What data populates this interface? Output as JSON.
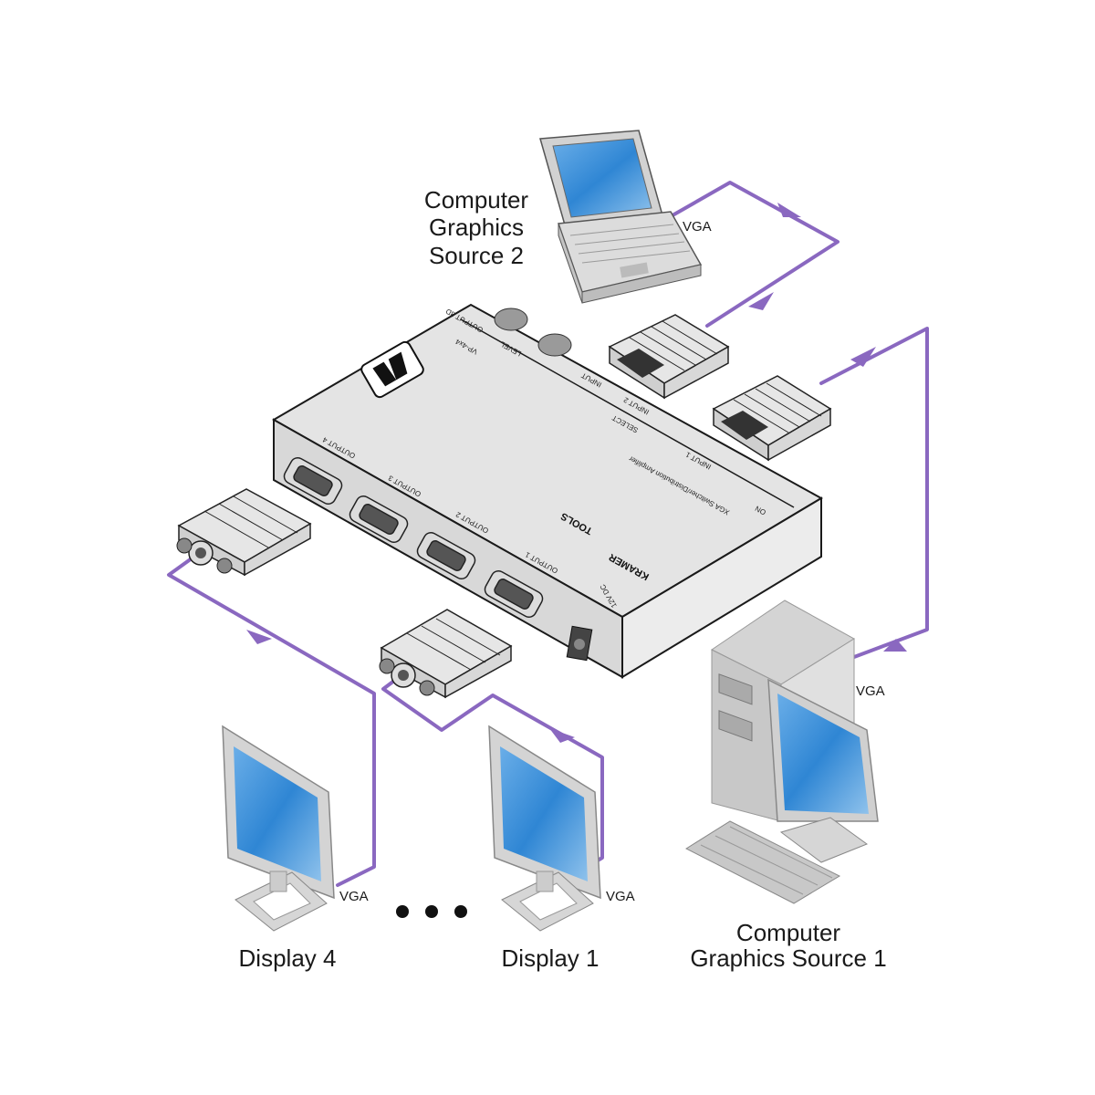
{
  "colors": {
    "cable": "#8a68c0",
    "device_top": "#e4e4e4",
    "device_front": "#d6d6d6",
    "device_side": "#ececec",
    "screen": "#3a8ad6",
    "outline": "#1a1a1a"
  },
  "device": {
    "brand": "KRAMER",
    "brand_line": "TOOLS",
    "model": "VP-4x4",
    "description": "XGA Switcher/Distribution Amplifier",
    "front_ports": [
      "OUTPUT 4",
      "OUTPUT 3",
      "OUTPUT 2",
      "OUTPUT 1"
    ],
    "power_label": "12V DC",
    "rear_labels": [
      "OUTPUT 3D",
      "LEVEL",
      "INPUT",
      "INPUT 2",
      "SELECT",
      "INPUT 1",
      "ON"
    ]
  },
  "sources": [
    {
      "id": "source2",
      "label_lines": [
        "Computer",
        "Graphics",
        "Source 2"
      ],
      "connection": "VGA"
    },
    {
      "id": "source1",
      "label_lines": [
        "Computer",
        "Graphics Source 1"
      ],
      "connection": "VGA"
    }
  ],
  "displays": [
    {
      "id": "display4",
      "label": "Display 4",
      "connection": "VGA"
    },
    {
      "id": "display1",
      "label": "Display 1",
      "connection": "VGA"
    }
  ],
  "ellipsis": "• • •"
}
